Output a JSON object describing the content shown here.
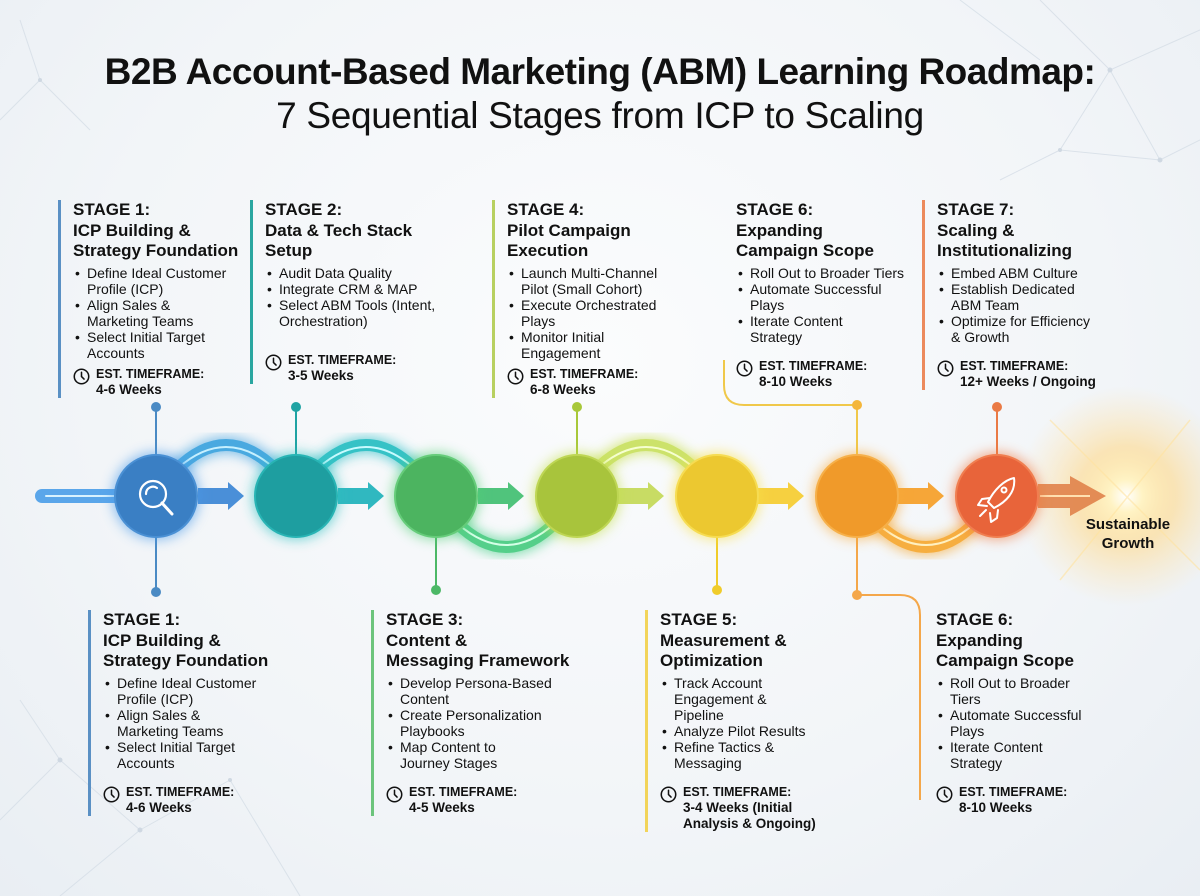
{
  "header": {
    "title": "B2B Account-Based Marketing (ABM) Learning Roadmap:",
    "subtitle": "7 Sequential Stages from ICP to Scaling"
  },
  "colors": {
    "stage1": "#3a7fc4",
    "stage2": "#1fa3a3",
    "stage3": "#4cb866",
    "stage4": "#a8c83a",
    "stage5": "#f0cc2a",
    "stage6": "#f4a02e",
    "stage7": "#ea6a35"
  },
  "end_label": "Sustainable Growth",
  "end_label_line1": "Sustainable",
  "end_label_line2": "Growth",
  "timeframe_label": "EST. TIMEFRAME:",
  "top_stages": [
    {
      "number": "STAGE 1:",
      "title_line1": "ICP Building &",
      "title_line2": "Strategy Foundation",
      "bullets": [
        "Define Ideal Customer Profile (ICP)",
        "Align Sales & Marketing Teams",
        "Select Initial Target Accounts"
      ],
      "timeframe": "4-6 Weeks"
    },
    {
      "number": "STAGE 2:",
      "title_line1": "Data & Tech Stack",
      "title_line2": "Setup",
      "bullets": [
        "Audit Data Quality",
        "Integrate CRM & MAP",
        "Select ABM Tools (Intent, Orchestration)"
      ],
      "timeframe": "3-5 Weeks"
    },
    {
      "number": "STAGE 4:",
      "title_line1": "Pilot Campaign",
      "title_line2": "Execution",
      "bullets": [
        "Launch Multi-Channel Pilot (Small Cohort)",
        "Execute Orchestrated Plays",
        "Monitor Initial Engagement"
      ],
      "timeframe": "6-8 Weeks"
    },
    {
      "number": "STAGE 6:",
      "title_line1": "Expanding",
      "title_line2": "Campaign Scope",
      "bullets": [
        "Roll Out to Broader Tiers",
        "Automate Successful Plays",
        "Iterate Content Strategy"
      ],
      "timeframe": "8-10 Weeks"
    },
    {
      "number": "STAGE 7:",
      "title_line1": "Scaling &",
      "title_line2": "Institutionalizing",
      "bullets": [
        "Embed ABM Culture",
        "Establish Dedicated ABM Team",
        "Optimize for Efficiency & Growth"
      ],
      "timeframe": "12+ Weeks / Ongoing"
    }
  ],
  "bottom_stages": [
    {
      "number": "STAGE 1:",
      "title_line1": "ICP Building &",
      "title_line2": "Strategy Foundation",
      "bullets": [
        "Define Ideal Customer Profile (ICP)",
        "Align Sales & Marketing Teams",
        "Select Initial Target Accounts"
      ],
      "timeframe": "4-6 Weeks"
    },
    {
      "number": "STAGE 3:",
      "title_line1": "Content &",
      "title_line2": "Messaging Framework",
      "bullets": [
        "Develop Persona-Based Content",
        "Create Personalization Playbooks",
        "Map Content to Journey Stages"
      ],
      "timeframe": "4-5 Weeks"
    },
    {
      "number": "STAGE 5:",
      "title_line1": "Measurement &",
      "title_line2": "Optimization",
      "bullets": [
        "Track Account Engagement & Pipeline",
        "Analyze Pilot Results",
        "Refine Tactics & Messaging"
      ],
      "timeframe": "3-4 Weeks (Initial Analysis & Ongoing)"
    },
    {
      "number": "STAGE 6:",
      "title_line1": "Expanding",
      "title_line2": "Campaign Scope",
      "bullets": [
        "Roll Out to Broader Tiers",
        "Automate Successful Plays",
        "Iterate Content Strategy"
      ],
      "timeframe": "8-10 Weeks"
    }
  ],
  "nodes": [
    {
      "stage": 1,
      "icon": "search-icon"
    },
    {
      "stage": 2,
      "icon": ""
    },
    {
      "stage": 3,
      "icon": ""
    },
    {
      "stage": 4,
      "icon": ""
    },
    {
      "stage": 5,
      "icon": ""
    },
    {
      "stage": 6,
      "icon": ""
    },
    {
      "stage": 7,
      "icon": "rocket-icon"
    }
  ]
}
